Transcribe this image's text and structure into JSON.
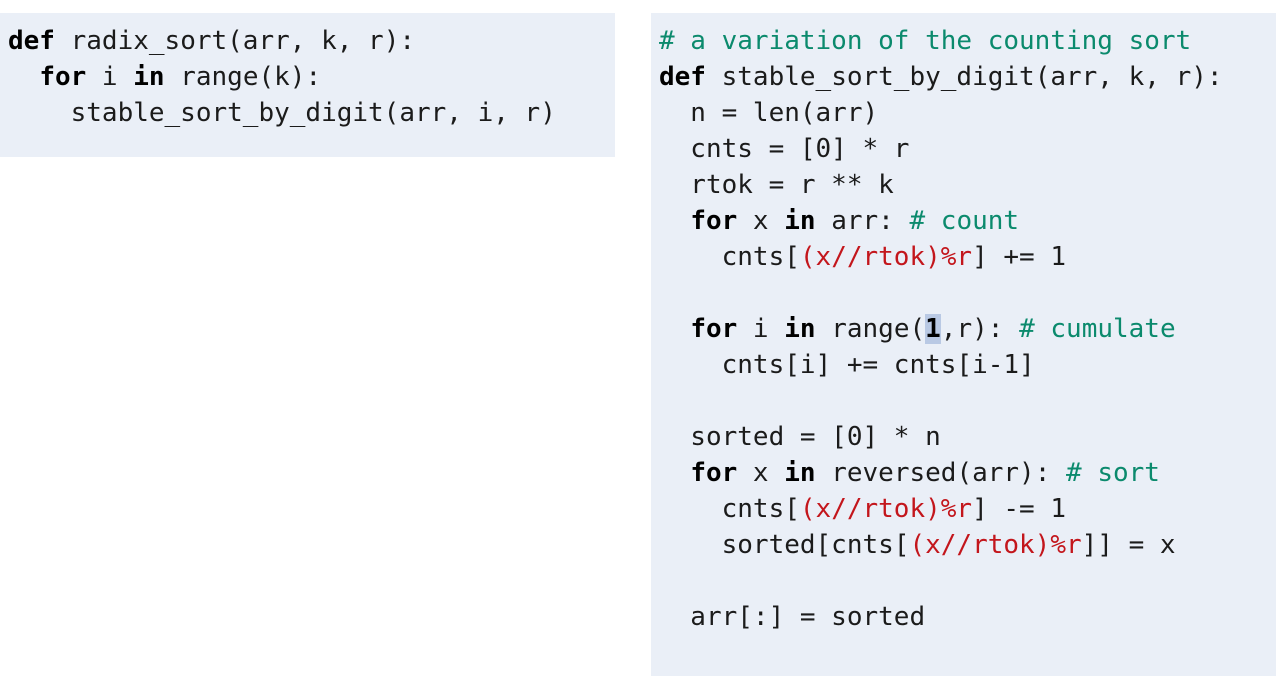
{
  "colors": {
    "panel_background": "#eaeff7",
    "keyword": "#000000",
    "comment": "#0b8a6d",
    "highlight_expression": "#c3161c",
    "plain": "#1b1b1b",
    "cursor_highlight": "#b9c9e4"
  },
  "panels": [
    {
      "id": "radix-sort-panel",
      "lines": [
        [
          [
            "kw",
            "def"
          ],
          [
            "pl",
            " radix_sort(arr, k, r):"
          ]
        ],
        [
          [
            "pl",
            "  "
          ],
          [
            "kw",
            "for"
          ],
          [
            "pl",
            " i "
          ],
          [
            "kw",
            "in"
          ],
          [
            "pl",
            " range(k):"
          ]
        ],
        [
          [
            "pl",
            "    stable_sort_by_digit(arr, i, r)"
          ]
        ]
      ]
    },
    {
      "id": "stable-sort-panel",
      "lines": [
        [
          [
            "cm",
            "# a variation of the counting sort"
          ]
        ],
        [
          [
            "kw",
            "def"
          ],
          [
            "pl",
            " stable_sort_by_digit(arr, k, r):"
          ]
        ],
        [
          [
            "pl",
            "  n = len(arr)"
          ]
        ],
        [
          [
            "pl",
            "  cnts = [0] * r"
          ]
        ],
        [
          [
            "pl",
            "  rtok = r ** k"
          ]
        ],
        [
          [
            "pl",
            "  "
          ],
          [
            "kw",
            "for"
          ],
          [
            "pl",
            " x "
          ],
          [
            "kw",
            "in"
          ],
          [
            "pl",
            " arr: "
          ],
          [
            "cm",
            "# count"
          ]
        ],
        [
          [
            "pl",
            "    cnts["
          ],
          [
            "ex",
            "(x//rtok)%r"
          ],
          [
            "pl",
            "] += 1"
          ]
        ],
        [],
        [
          [
            "pl",
            "  "
          ],
          [
            "kw",
            "for"
          ],
          [
            "pl",
            " i "
          ],
          [
            "kw",
            "in"
          ],
          [
            "pl",
            " range("
          ],
          [
            "hl",
            "1"
          ],
          [
            "pl",
            ",r): "
          ],
          [
            "cm",
            "# cumulate"
          ]
        ],
        [
          [
            "pl",
            "    cnts[i] += cnts[i-1]"
          ]
        ],
        [],
        [
          [
            "pl",
            "  sorted = [0] * n"
          ]
        ],
        [
          [
            "pl",
            "  "
          ],
          [
            "kw",
            "for"
          ],
          [
            "pl",
            " x "
          ],
          [
            "kw",
            "in"
          ],
          [
            "pl",
            " reversed(arr): "
          ],
          [
            "cm",
            "# sort"
          ]
        ],
        [
          [
            "pl",
            "    cnts["
          ],
          [
            "ex",
            "(x//rtok)%r"
          ],
          [
            "pl",
            "] -= 1"
          ]
        ],
        [
          [
            "pl",
            "    sorted[cnts["
          ],
          [
            "ex",
            "(x//rtok)%r"
          ],
          [
            "pl",
            "]] = x"
          ]
        ],
        [],
        [
          [
            "pl",
            "  arr[:] = sorted"
          ]
        ]
      ]
    }
  ]
}
